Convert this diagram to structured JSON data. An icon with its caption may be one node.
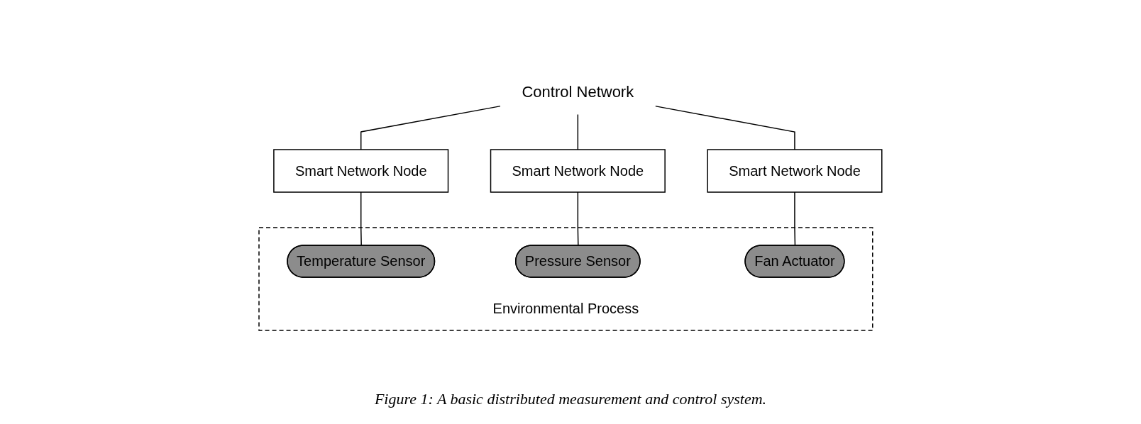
{
  "diagram": {
    "caption": "Figure 1: A basic distributed measurement and control system.",
    "nodes": [
      {
        "text": [
          "Control Network"
        ]
      },
      {
        "text": [
          "Smart Network Node"
        ]
      },
      {
        "text": [
          "Smart Network Node"
        ]
      },
      {
        "text": [
          "Smart Network Node"
        ]
      },
      {
        "text": [
          "Environmental Process"
        ]
      },
      {
        "text": [
          "Temperature Sensor"
        ],
        "in": 4
      },
      {
        "text": [
          "Pressure Sensor"
        ],
        "in": 4
      },
      {
        "text": [
          "Fan Actuator"
        ],
        "in": 4
      }
    ],
    "edges": [
      {
        "from": 0,
        "to": 1,
        "arrow": "none"
      },
      {
        "from": 0,
        "to": 2,
        "arrow": "none"
      },
      {
        "from": 0,
        "to": 3,
        "arrow": "none"
      },
      {
        "from": 1,
        "to": 5,
        "arrow": "none"
      },
      {
        "from": 2,
        "to": 6,
        "arrow": "none"
      },
      {
        "from": 3,
        "to": 7,
        "arrow": "none"
      }
    ]
  }
}
